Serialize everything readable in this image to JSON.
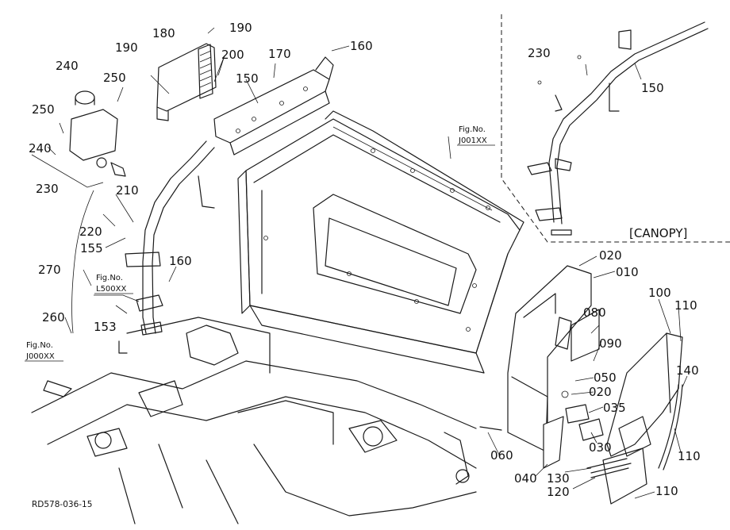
{
  "drawing_code": "RD578-036-15",
  "canopy_label": "[CANOPY]",
  "fig_refs": {
    "j001": {
      "line1": "Fig.No.",
      "line2": "J001XX"
    },
    "l500": {
      "line1": "Fig.No.",
      "line2": "L500XX"
    },
    "j000": {
      "line1": "Fig.No.",
      "line2": "J000XX"
    }
  },
  "part_numbers": {
    "p180": "180",
    "p190_top": "190",
    "p190_left": "190",
    "p200": "200",
    "p170": "170",
    "p160_top": "160",
    "p240_top": "240",
    "p250_top": "250",
    "p150": "150",
    "p250_left": "250",
    "p240_left": "240",
    "p230": "230",
    "p210": "210",
    "p220": "220",
    "p155": "155",
    "p160_mid": "160",
    "p270": "270",
    "p260": "260",
    "p153": "153",
    "p230_canopy": "230",
    "p150_canopy": "150",
    "p020_top": "020",
    "p010": "010",
    "p100": "100",
    "p110_top": "110",
    "p080": "080",
    "p090": "090",
    "p050": "050",
    "p020_mid": "020",
    "p035": "035",
    "p140": "140",
    "p030": "030",
    "p060": "060",
    "p110_mid": "110",
    "p040": "040",
    "p130": "130",
    "p120": "120",
    "p110_bot": "110"
  }
}
